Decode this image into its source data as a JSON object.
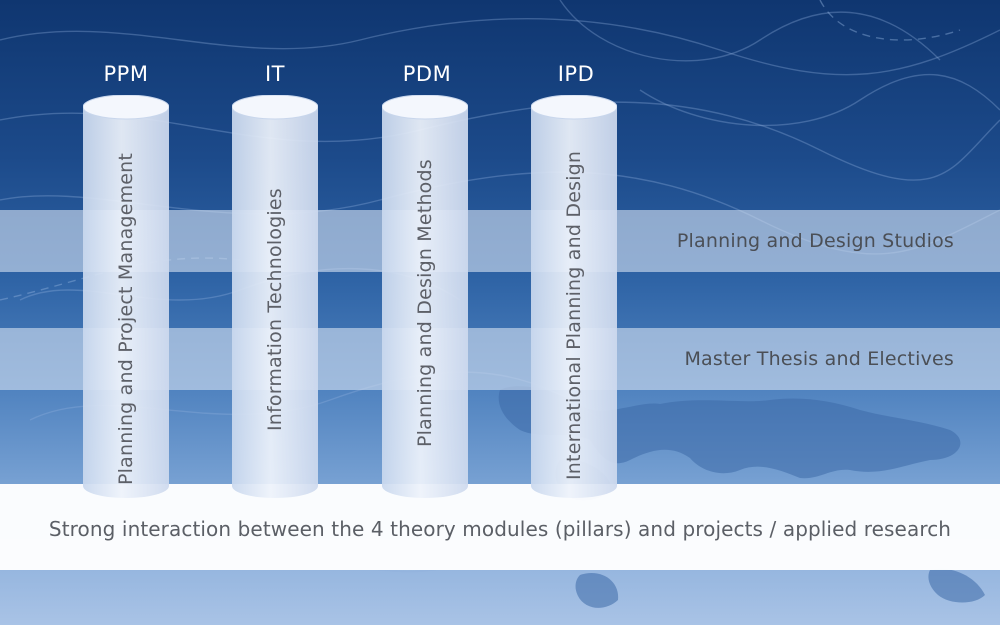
{
  "pillars": [
    {
      "abbr": "PPM",
      "label": "Planning and Project Management"
    },
    {
      "abbr": "IT",
      "label": "Information Technologies"
    },
    {
      "abbr": "PDM",
      "label": "Planning and Design Methods"
    },
    {
      "abbr": "IPD",
      "label": "International Planning and Design"
    }
  ],
  "bands": {
    "studios": "Planning and Design Studios",
    "thesis": "Master Thesis and Electives"
  },
  "footer": "Strong interaction between the 4 theory modules (pillars) and projects / applied research",
  "colors": {
    "background_dark": "#0f3670",
    "background_light": "#a9c3e6",
    "pillar": "#dfe9f8",
    "heading_text": "#ffffff",
    "label_text": "#5d6068"
  }
}
